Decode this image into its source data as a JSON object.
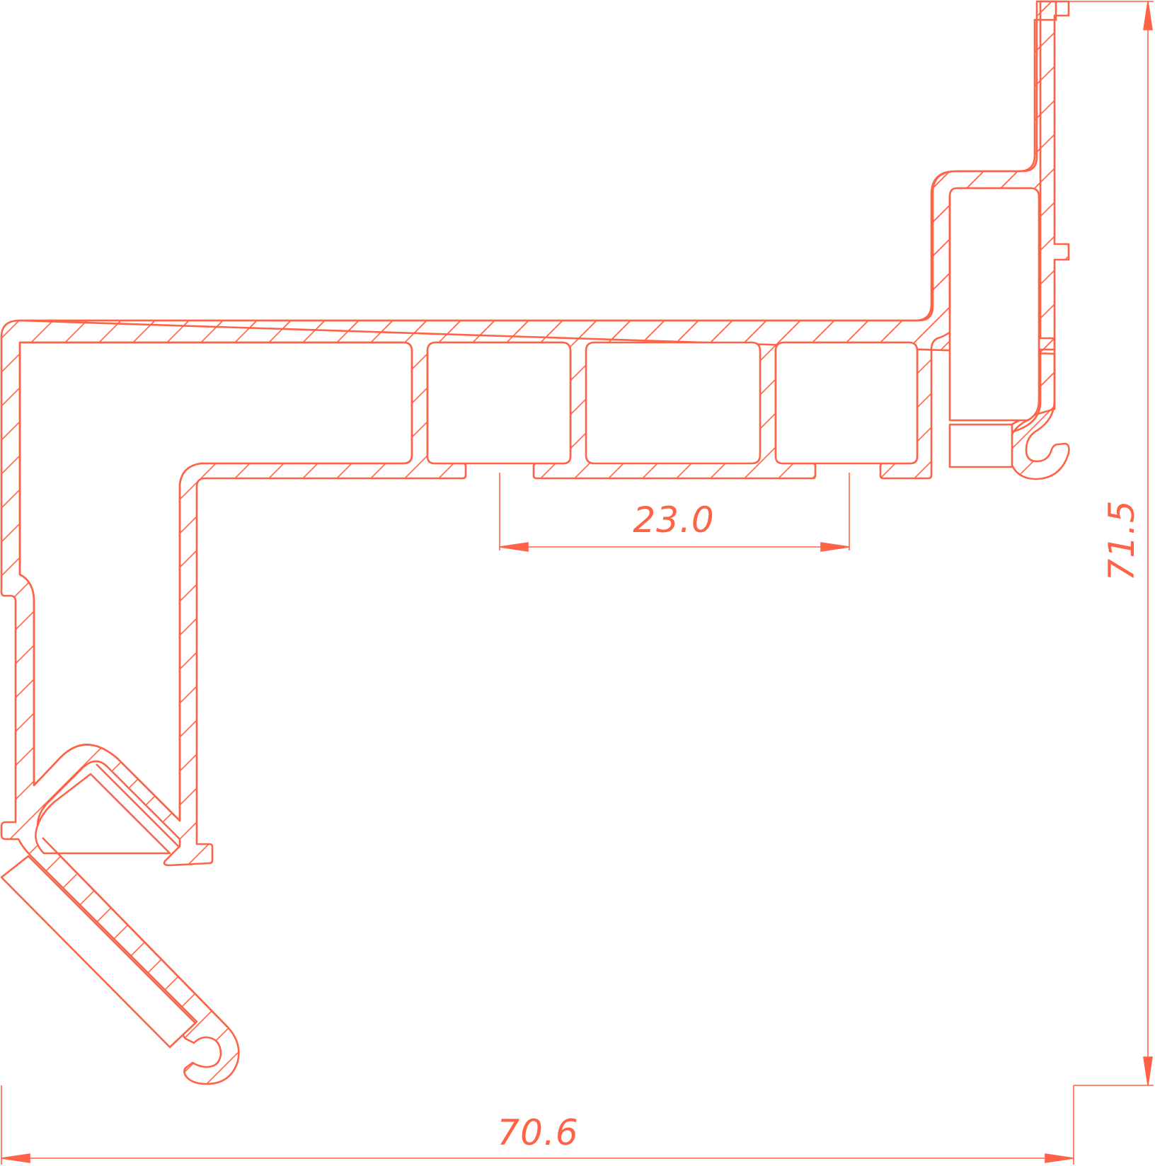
{
  "colors": {
    "line": "#ff6347",
    "background": "#ffffff"
  },
  "dimensions": {
    "width_label": "70.6",
    "height_label": "71.5",
    "slot_label": "23.0"
  }
}
